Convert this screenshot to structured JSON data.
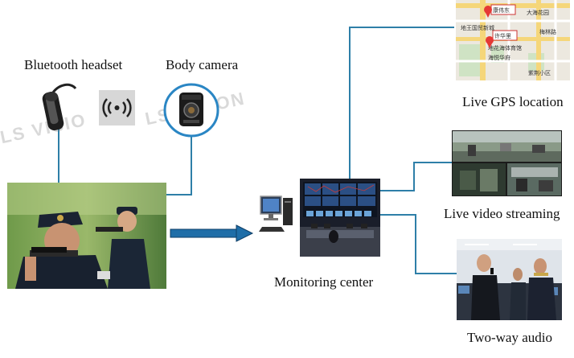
{
  "labels": {
    "bluetooth_headset": "Bluetooth headset",
    "body_camera": "Body camera",
    "monitoring_center": "Monitoring center",
    "live_gps": "Live GPS location",
    "live_video": "Live video streaming",
    "two_way_audio": "Two-way audio"
  },
  "watermark": "LS VISION",
  "map": {
    "poi_1": "康伟东",
    "poi_2": "许华里",
    "street_1": "大海花园",
    "street_2": "地王国贸新城",
    "street_3": "梅林路",
    "street_4": "海悦华府",
    "street_5": "紫荆小区",
    "street_6": "地花海体育馆"
  },
  "colors": {
    "connector": "#2e7fa8",
    "arrow": "#1f6ea8",
    "camera_ring": "#2a86c4"
  }
}
